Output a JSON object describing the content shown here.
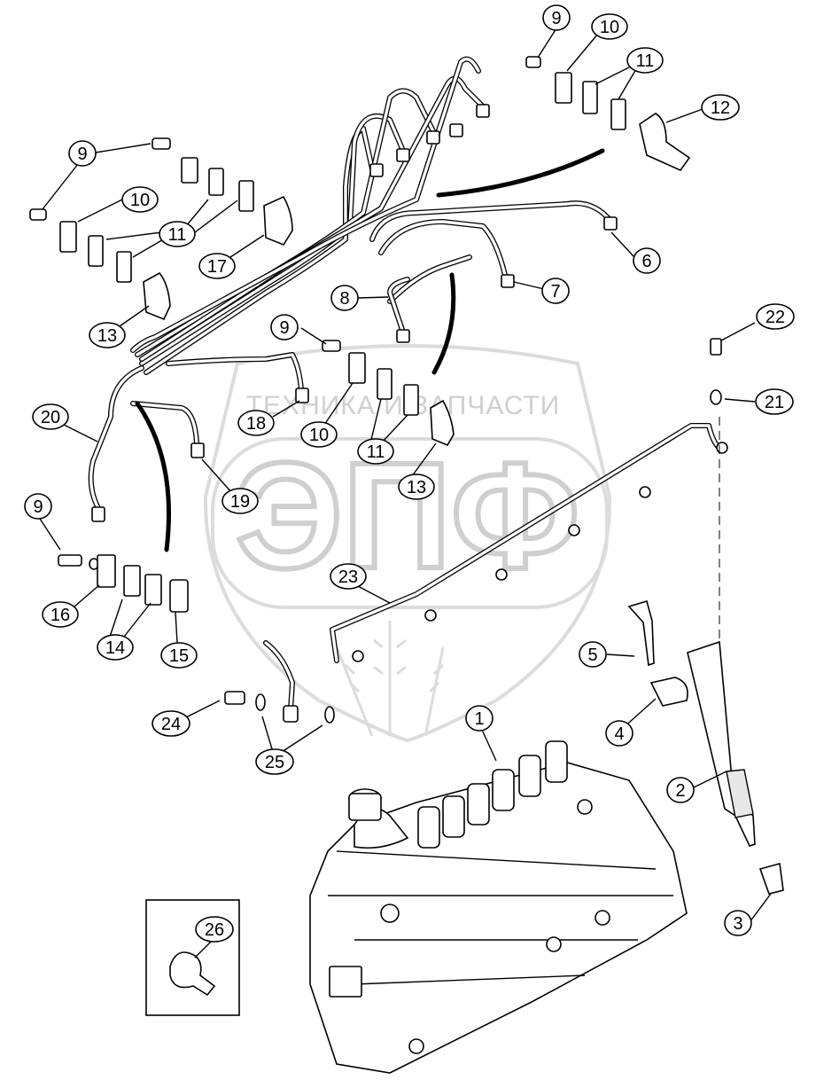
{
  "watermark": {
    "brand_text": "ТЕХНИКА И ЗАПЧАСТИ",
    "letters": "ЭПФ"
  },
  "callouts": [
    {
      "id": "c9a",
      "label": "9"
    },
    {
      "id": "c10a",
      "label": "10"
    },
    {
      "id": "c11a",
      "label": "11"
    },
    {
      "id": "c12",
      "label": "12"
    },
    {
      "id": "c9b",
      "label": "9"
    },
    {
      "id": "c10b",
      "label": "10"
    },
    {
      "id": "c11b",
      "label": "11"
    },
    {
      "id": "c17",
      "label": "17"
    },
    {
      "id": "c13a",
      "label": "13"
    },
    {
      "id": "c6",
      "label": "6"
    },
    {
      "id": "c7",
      "label": "7"
    },
    {
      "id": "c8",
      "label": "8"
    },
    {
      "id": "c9c",
      "label": "9"
    },
    {
      "id": "c18",
      "label": "18"
    },
    {
      "id": "c10c",
      "label": "10"
    },
    {
      "id": "c11c",
      "label": "11"
    },
    {
      "id": "c13b",
      "label": "13"
    },
    {
      "id": "c20",
      "label": "20"
    },
    {
      "id": "c19",
      "label": "19"
    },
    {
      "id": "c22",
      "label": "22"
    },
    {
      "id": "c21",
      "label": "21"
    },
    {
      "id": "c9d",
      "label": "9"
    },
    {
      "id": "c16",
      "label": "16"
    },
    {
      "id": "c14",
      "label": "14"
    },
    {
      "id": "c15",
      "label": "15"
    },
    {
      "id": "c23",
      "label": "23"
    },
    {
      "id": "c5",
      "label": "5"
    },
    {
      "id": "c4",
      "label": "4"
    },
    {
      "id": "c24",
      "label": "24"
    },
    {
      "id": "c25",
      "label": "25"
    },
    {
      "id": "c1",
      "label": "1"
    },
    {
      "id": "c2",
      "label": "2"
    },
    {
      "id": "c3",
      "label": "3"
    },
    {
      "id": "c26",
      "label": "26"
    }
  ]
}
